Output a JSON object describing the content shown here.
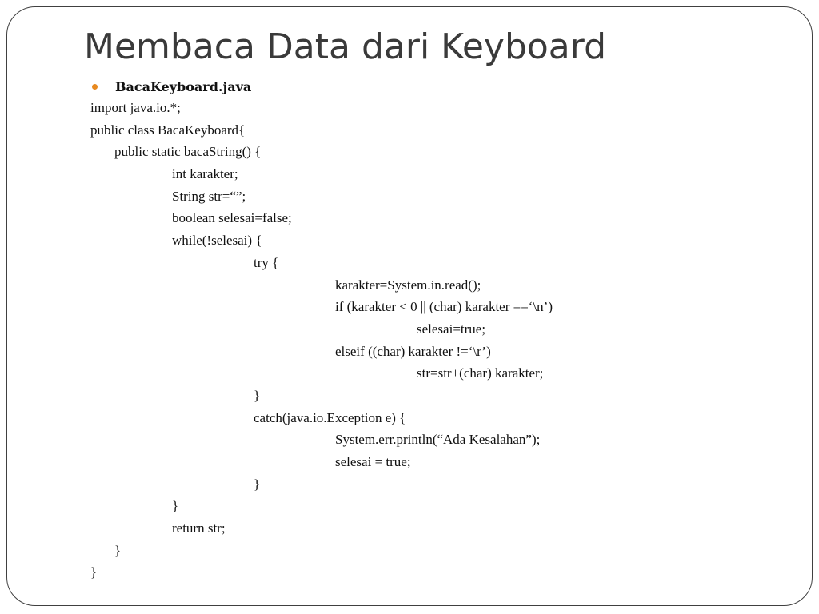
{
  "slide": {
    "title": "Membaca Data dari Keyboard",
    "bullet": "BacaKeyboard.java",
    "colors": {
      "bullet": "#e8891f",
      "title": "#3a3a3a",
      "text": "#111111",
      "frame": "#404040"
    },
    "code_lines": [
      {
        "indent": 0,
        "text": "import java.io.*;"
      },
      {
        "indent": 0,
        "text": "public class BacaKeyboard{"
      },
      {
        "indent": 1,
        "text": "public static bacaString() {"
      },
      {
        "indent": 2,
        "text": "int karakter;"
      },
      {
        "indent": 2,
        "text": "String str=“”;"
      },
      {
        "indent": 2,
        "text": "boolean selesai=false;"
      },
      {
        "indent": 2,
        "text": "while(!selesai) {"
      },
      {
        "indent": 3,
        "text": "try {"
      },
      {
        "indent": 4,
        "text": "karakter=System.in.read();"
      },
      {
        "indent": 4,
        "text": "if (karakter < 0 || (char) karakter ==‘\\n’)"
      },
      {
        "indent": 5,
        "text": "selesai=true;"
      },
      {
        "indent": 4,
        "text": "elseif ((char) karakter !=‘\\r’)"
      },
      {
        "indent": 5,
        "text": "str=str+(char) karakter;"
      },
      {
        "indent": 3,
        "text": "}"
      },
      {
        "indent": 3,
        "text": "catch(java.io.Exception e) {"
      },
      {
        "indent": 4,
        "text": "System.err.println(“Ada Kesalahan”);"
      },
      {
        "indent": 4,
        "text": "selesai = true;"
      },
      {
        "indent": 3,
        "text": "}"
      },
      {
        "indent": 2,
        "text": "}"
      },
      {
        "indent": 2,
        "text": "return str;"
      },
      {
        "indent": 1,
        "text": "}"
      },
      {
        "indent": 0,
        "text": "}"
      }
    ]
  }
}
